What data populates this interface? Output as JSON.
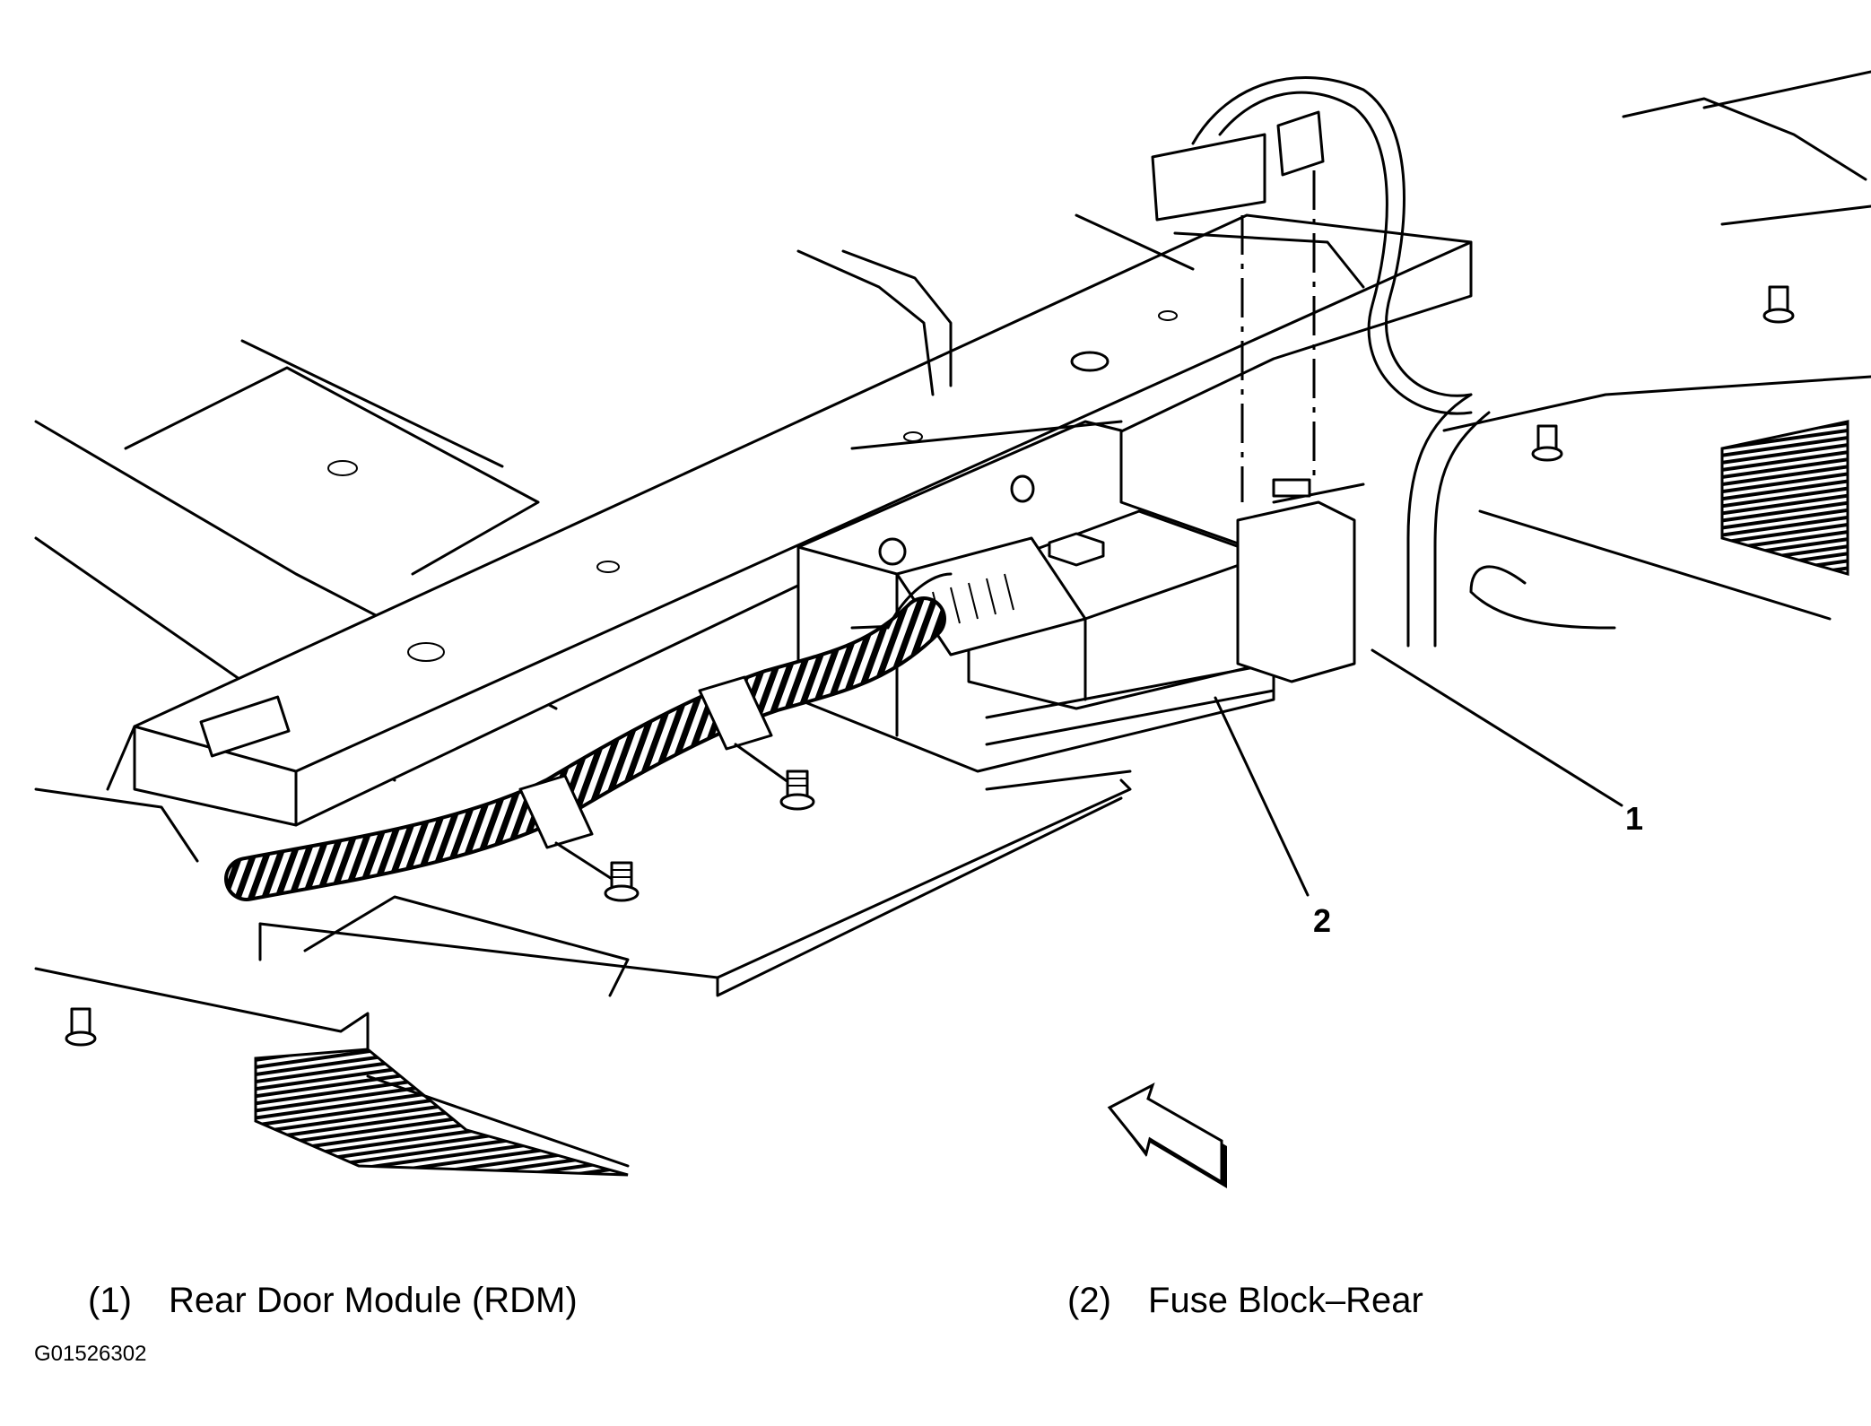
{
  "diagram": {
    "callouts": [
      {
        "id": "1",
        "number": "1"
      },
      {
        "id": "2",
        "number": "2"
      }
    ],
    "legend": [
      {
        "number": "(1)",
        "label": "Rear Door Module (RDM)"
      },
      {
        "number": "(2)",
        "label": "Fuse Block–Rear"
      }
    ],
    "figure_id": "G01526302",
    "icons": [
      "direction-arrow-icon",
      "bolt-icon",
      "connector-icon"
    ]
  }
}
